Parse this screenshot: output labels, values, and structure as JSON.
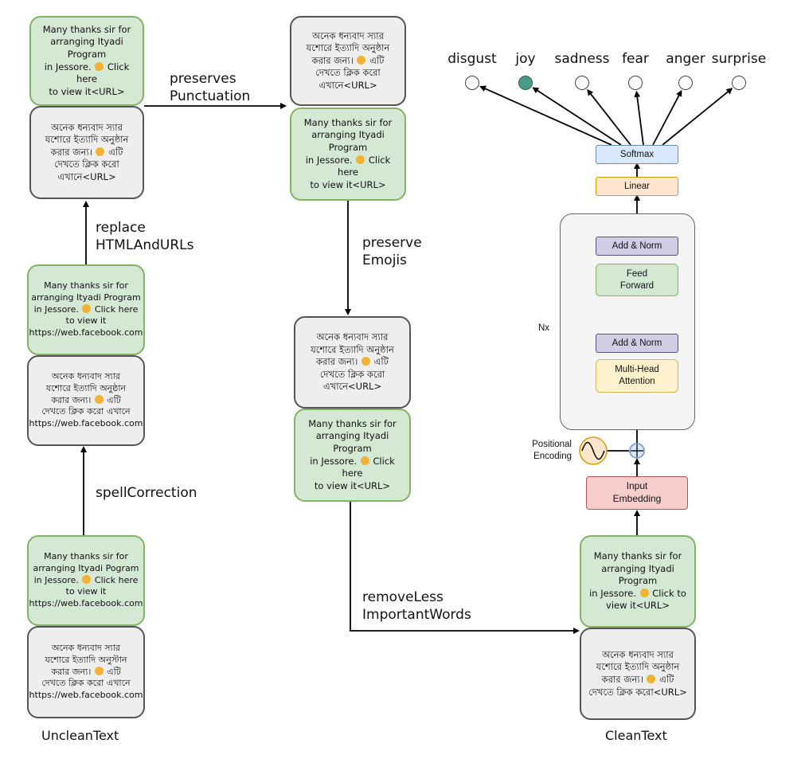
{
  "unclean_column": {
    "caption": "UncleanText",
    "steps": {
      "spell_correction": "spellCorrection",
      "replace_html_urls": "replace\nHTMLAndURLs"
    },
    "raw_english": "Many thanks sir for\narranging Ityadi Pogram\nin Jessore. [emoji] Click here\nto view it\nhttps://web.facebook.com",
    "raw_bangla": "অনেক ধন্যবাদ স্যার\nযশোরে ইত্যাদি অনুস্টান\nকরার জন্য। [emoji] এটি\nদেখতে ক্লিক করো এখানে\nhttps://web.facebook.com",
    "spell_english": "Many thanks sir for\narranging Ityadi Program\nin Jessore. [emoji] Click here\nto view it\nhttps://web.facebook.com",
    "spell_bangla": "অনেক ধন্যবাদ স্যার\nযশোরে ইত্যাদি অনুষ্ঠান\nকরার জন্য। [emoji] এটি\nদেখতে ক্লিক করো এখানে\nhttps://web.facebook.com",
    "url_english": "Many thanks sir for\narranging Ityadi Program\nin Jessore. [emoji] Click here\nto view it<URL>",
    "url_bangla": "অনেক ধন্যবাদ স্যার\nযশোরে ইত্যাদি অনুষ্ঠান\nকরার জন্য। [emoji] এটি\nদেখতে ক্লিক করো\nএখানে<URL>"
  },
  "middle_column": {
    "steps": {
      "preserves_punctuation": "preserves\nPunctuation",
      "preserve_emojis": "preserve\nEmojis",
      "remove_less_important": "removeLess\nImportantWords"
    },
    "punct_bangla": "অনেক ধন্যবাদ স্যার\nযশোরে ইত্যাদি অনুষ্ঠান\nকরার জন্য। [emoji] এটি\nদেখতে ক্লিক করো\nএখানে<URL>",
    "punct_english": "Many thanks sir for\narranging Ityadi Program\nin Jessore. [emoji] Click here\nto view it<URL>",
    "emoji_bangla": "অনেক ধন্যবাদ স্যার\nযশোরে ইত্যাদি অনুষ্ঠান\nকরার জন্য। [emoji] এটি\nদেখতে ক্লিক করো\nএখানে<URL>",
    "emoji_english": "Many thanks sir for\narranging Ityadi Program\nin Jessore. [emoji] Click here\nto view it<URL>"
  },
  "clean_column": {
    "caption": "CleanText",
    "clean_english": "Many thanks sir for\narranging Ityadi Program\nin Jessore. [emoji] Click to\nview it<URL>",
    "clean_bangla": "অনেক ধন্যবাদ স্যার\nযশোরে ইত্যাদি অনুষ্ঠান\nকরার জন্য। [emoji] এটি\nদেখতে ক্লিক করো<URL>"
  },
  "transformer": {
    "input_embedding": "Input\nEmbedding",
    "positional_encoding": "Positional\nEncoding",
    "nx": "Nx",
    "multi_head_attention": "Multi-Head\nAttention",
    "add_norm_lower": "Add & Norm",
    "feed_forward": "Feed\nForward",
    "add_norm_upper": "Add & Norm",
    "linear": "Linear",
    "softmax": "Softmax"
  },
  "emotions": [
    {
      "label": "disgust",
      "active": false
    },
    {
      "label": "joy",
      "active": true
    },
    {
      "label": "sadness",
      "active": false
    },
    {
      "label": "fear",
      "active": false
    },
    {
      "label": "anger",
      "active": false
    },
    {
      "label": "surprise",
      "active": false
    }
  ],
  "colors": {
    "green_fill": "#d5e8d4",
    "gray_fill": "#eeeeee",
    "joy_node": "#4e9a8a",
    "emoji": "#f2b233"
  }
}
